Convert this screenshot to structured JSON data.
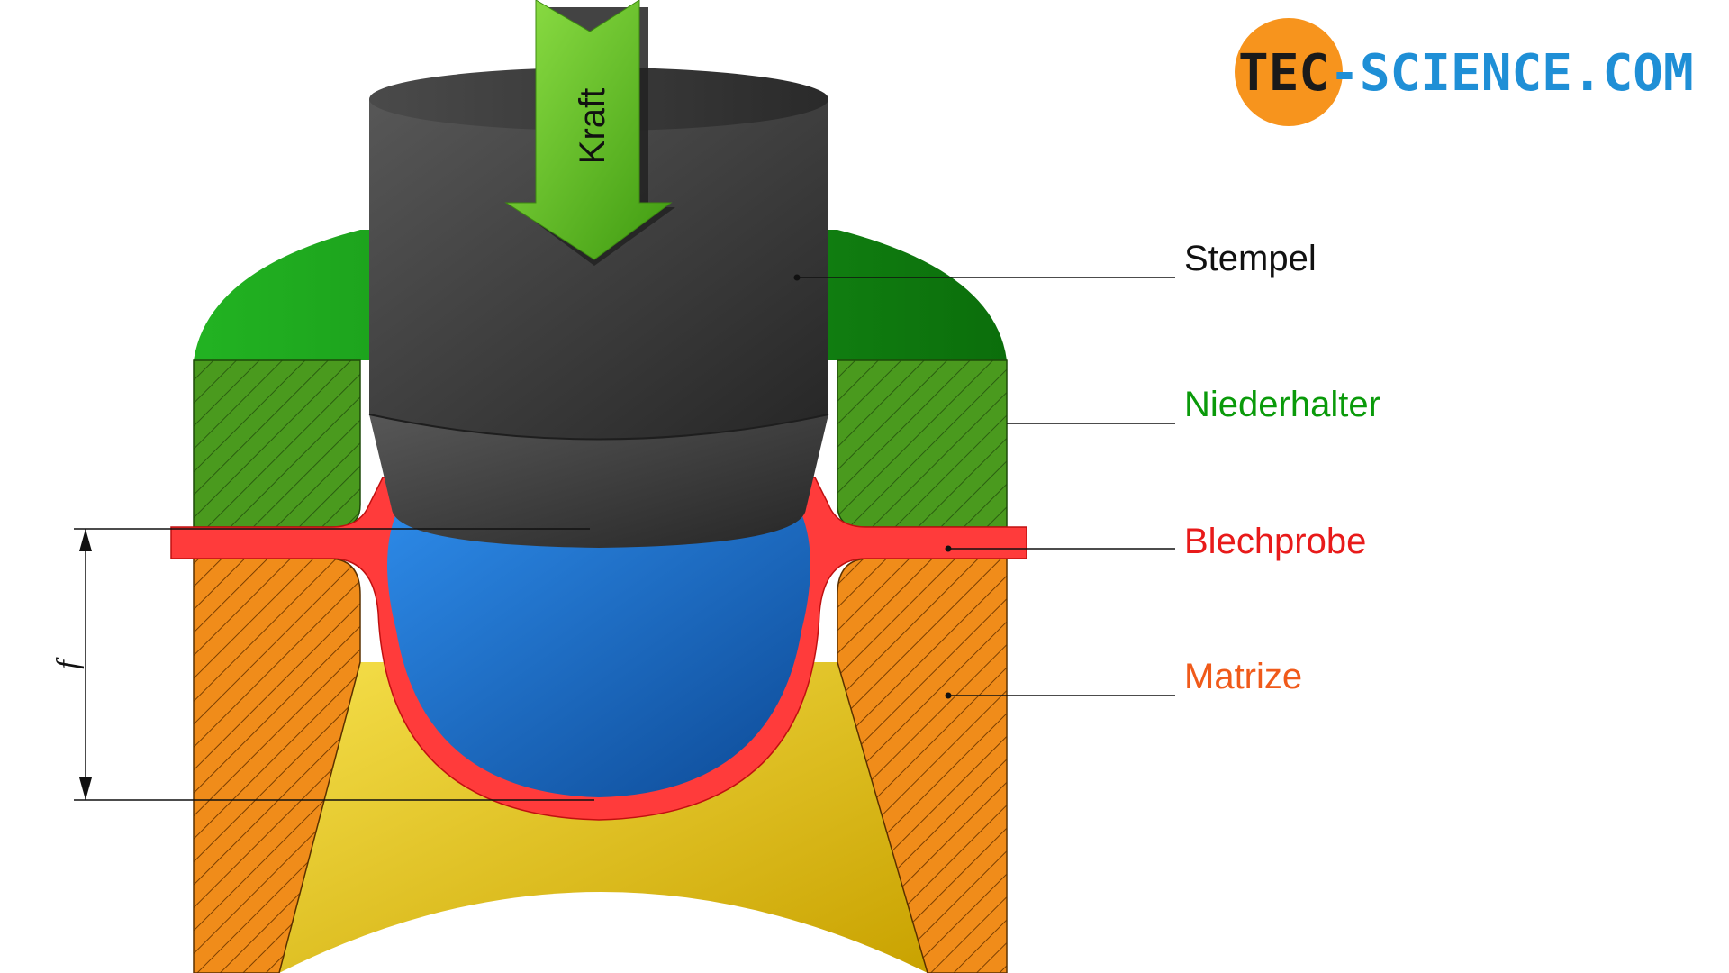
{
  "logo": {
    "part1": "TEC",
    "part2": "-SCIENCE",
    "part3": ".COM",
    "colors": {
      "circle": "#f7941d",
      "dark": "#1a1a1a",
      "blue": "#1f8fd6"
    }
  },
  "labels": {
    "force": "Kraft",
    "punch": "Stempel",
    "blank_holder": "Niederhalter",
    "sheet_sample": "Blechprobe",
    "die": "Matrize",
    "depth": "f"
  },
  "colors": {
    "punch": "#3a3a3a",
    "blank_holder": "#1e9a1e",
    "sheet_sample": "#ff3b3b",
    "die": "#f08c1a",
    "ball": "#1f6fc9",
    "cavity": "#e8c52a",
    "arrow": "#6cc522",
    "label_punch": "#111111",
    "label_holder": "#0a9a0a",
    "label_sample": "#e81a1a",
    "label_die": "#f05a1a"
  },
  "icons": {
    "force_arrow": "down-arrow-icon"
  }
}
